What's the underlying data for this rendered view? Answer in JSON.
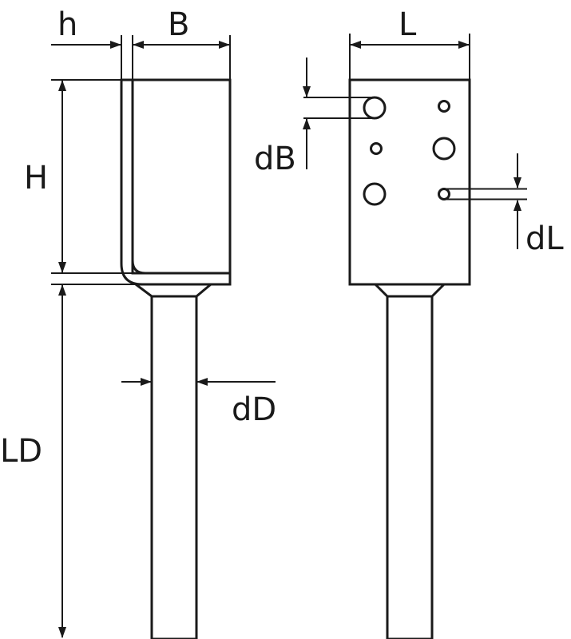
{
  "labels": {
    "h": "h",
    "B": "B",
    "H": "H",
    "LD": "LD",
    "dD": "dD",
    "L": "L",
    "dB": "dB",
    "dL": "dL"
  },
  "colors": {
    "line": "#1a1a1a",
    "background": "#ffffff"
  }
}
